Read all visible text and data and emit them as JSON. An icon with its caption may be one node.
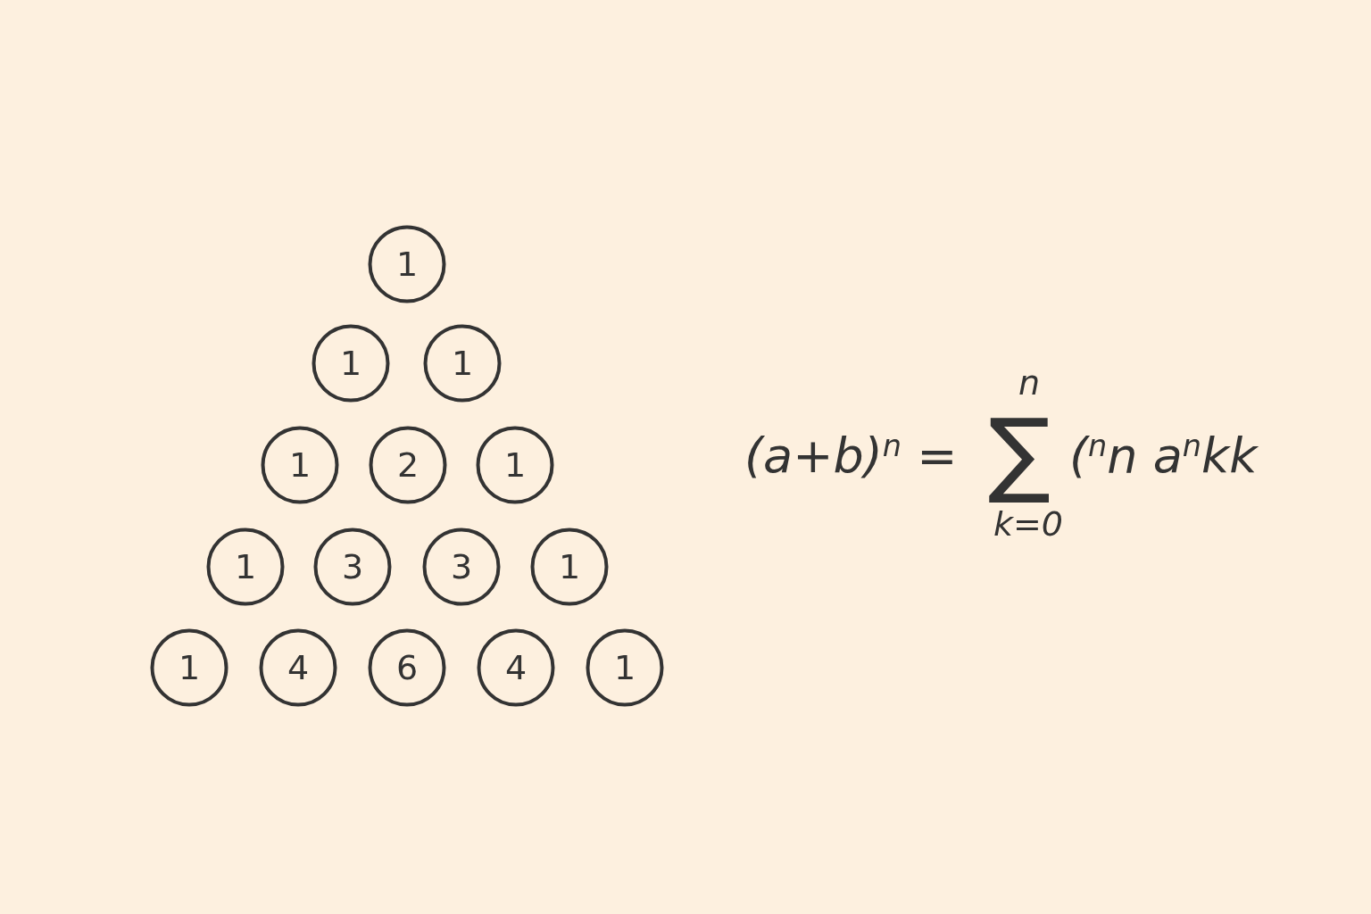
{
  "diagram": {
    "nodes": [
      {
        "text": [
          "1"
        ]
      },
      {
        "text": [
          "1"
        ]
      },
      {
        "text": [
          "1"
        ]
      },
      {
        "text": [
          "1"
        ]
      },
      {
        "text": [
          "2"
        ]
      },
      {
        "text": [
          "1"
        ]
      },
      {
        "text": [
          "1"
        ]
      },
      {
        "text": [
          "3"
        ]
      },
      {
        "text": [
          "3"
        ]
      },
      {
        "text": [
          "1"
        ]
      },
      {
        "text": [
          "1"
        ]
      },
      {
        "text": [
          "4"
        ]
      },
      {
        "text": [
          "6"
        ]
      },
      {
        "text": [
          "4"
        ]
      },
      {
        "text": [
          "1"
        ]
      }
    ],
    "labels": [
      "(a+b)$^{n}$ =",
      "n",
      "∑",
      "k=0",
      "($^{n}$n a$^{n}$kk"
    ]
  }
}
